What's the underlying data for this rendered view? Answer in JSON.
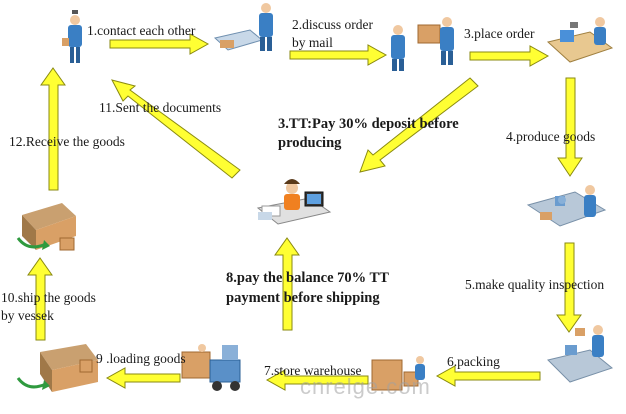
{
  "steps": {
    "s1": "1.contact each other",
    "s2a": "2.discuss order",
    "s2b": "by mail",
    "s3": "3.place order",
    "s3tt_a": "3.TT:Pay 30% deposit before",
    "s3tt_b": "producing",
    "s4": "4.produce goods",
    "s5": "5.make quality inspection",
    "s6": "6.packing",
    "s7": "7.store warehouse",
    "s8a": "8.pay the balance 70% TT",
    "s8b": "payment before shipping",
    "s9": "9 .loading goods",
    "s10a": "10.ship the goods",
    "s10b": "by vessek",
    "s11": "11.Sent the documents",
    "s12": "12.Receive the goods"
  },
  "watermark": "cnrelge.com",
  "colors": {
    "arrow_fill": "#ffff33",
    "arrow_stroke": "#7a7a00",
    "figure": "#3a7fc4",
    "figure_dark": "#2a5f96",
    "box": "#d9a066",
    "screen": "#4a90d9"
  }
}
